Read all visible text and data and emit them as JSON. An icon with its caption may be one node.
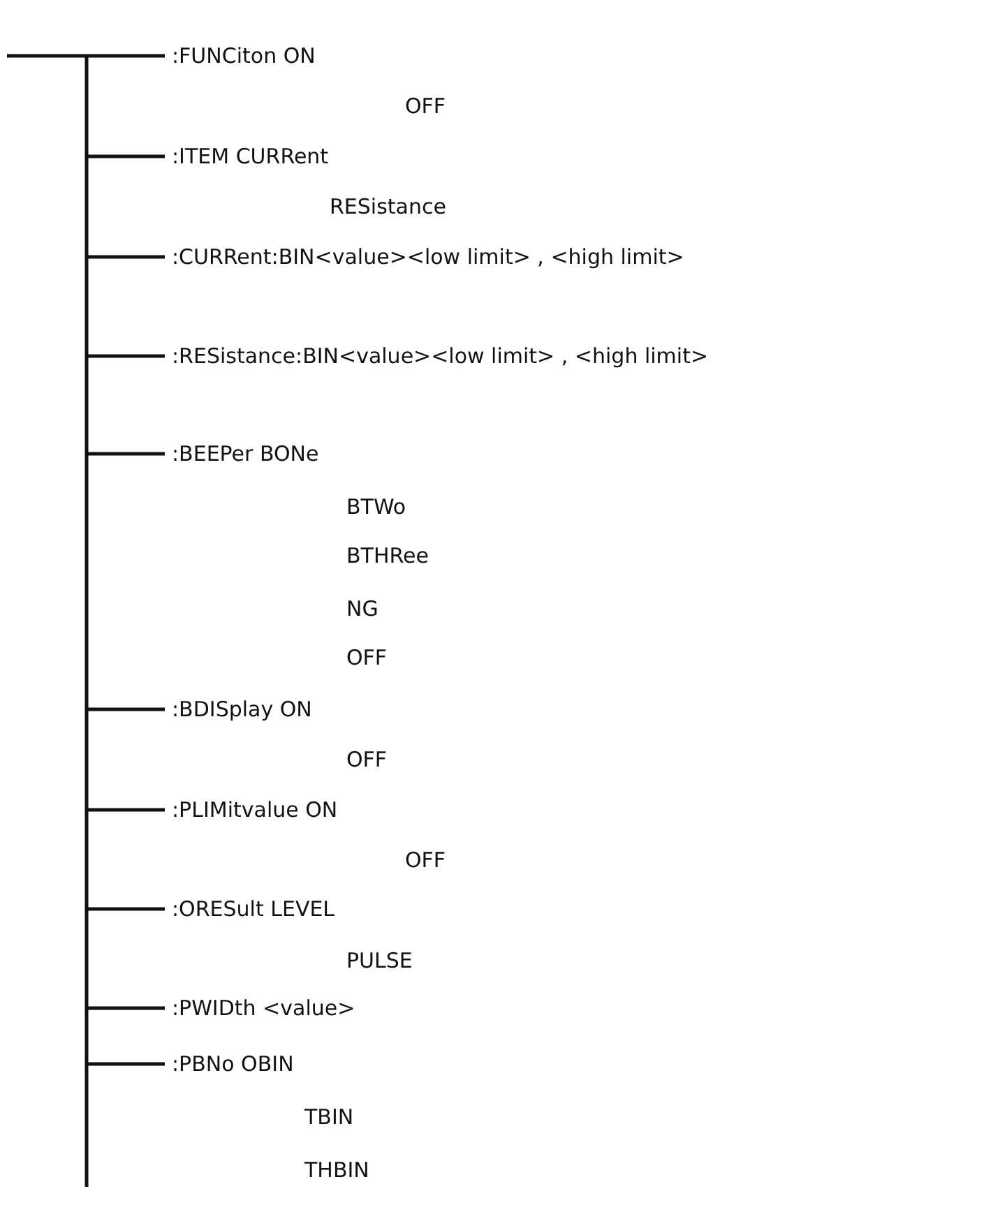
{
  "diagram": {
    "labels": [
      ":FUNCiton ON",
      "OFF",
      ":ITEM CURRent",
      "RESistance",
      ":CURRent:BIN<value><low limit> , <high limit>",
      ":RESistance:BIN<value><low limit> , <high limit>",
      ":BEEPer BONe",
      "BTWo",
      "BTHRee",
      "NG",
      "OFF",
      ":BDISplay ON",
      "OFF",
      ":PLIMitvalue ON",
      "OFF",
      ":ORESult LEVEL",
      "PULSE",
      ":PWIDth <value>",
      ":PBNo OBIN",
      "TBIN",
      "THBIN"
    ]
  }
}
